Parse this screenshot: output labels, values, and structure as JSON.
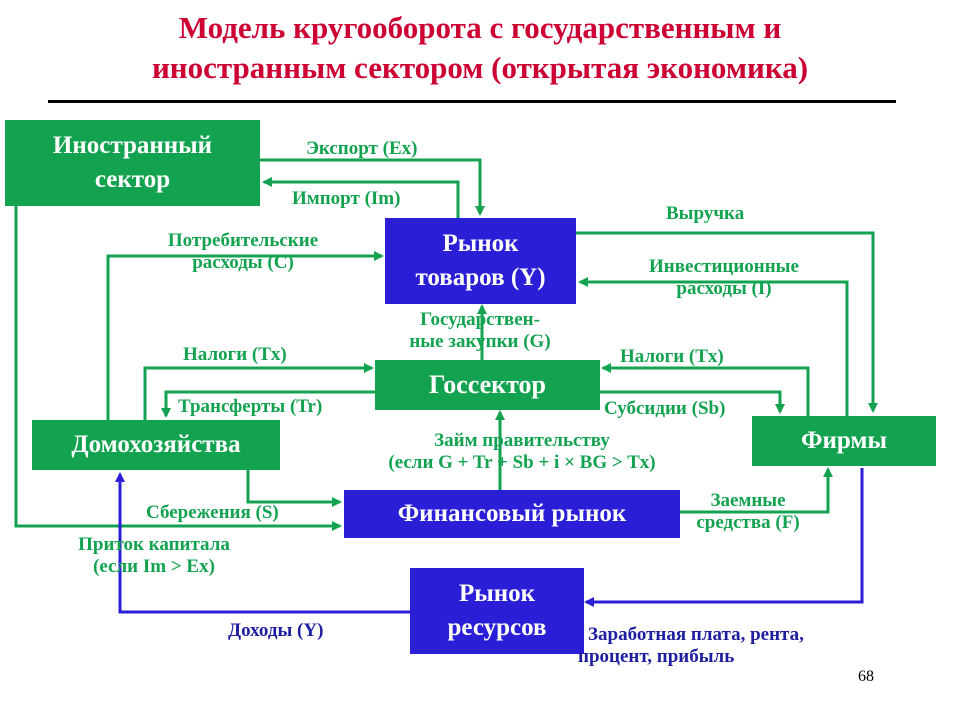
{
  "title": {
    "line1": "Модель кругооборота с государственным и",
    "line2": "иностранным сектором (открытая экономика)"
  },
  "boxes": {
    "foreign_line1": "Иностранный",
    "foreign_line2": "сектор",
    "goods_line1": "Рынок",
    "goods_line2": "товаров (Y)",
    "gov": "Госсектор",
    "households": "Домохозяйства",
    "firms": "Фирмы",
    "financial": "Финансовый рынок",
    "resources_line1": "Рынок",
    "resources_line2": "ресурсов"
  },
  "labels": {
    "export": "Экспорт (Ex)",
    "import": "Импорт (Im)",
    "revenue": "Выручка",
    "consumer_line1": "Потребительские",
    "consumer_line2": "расходы  (C)",
    "investment_line1": "Инвестиционные",
    "investment_line2": "расходы (I)",
    "gov_purchases_line1": "Государствен-",
    "gov_purchases_line2": "ные закупки (G)",
    "taxes_left": "Налоги (Tx)",
    "taxes_right": "Налоги (Tx)",
    "transfers": "Трансферты (Tr)",
    "subsidies": "Субсидии (Sb)",
    "gov_loan_line1": "Займ правительству",
    "gov_loan_line2": "(если G + Tr + Sb + i × BG > Tx)",
    "savings": "Сбережения (S)",
    "borrowed_line1": "Заемные",
    "borrowed_line2": "средства (F)",
    "capital_inflow_line1": "Приток капитала",
    "capital_inflow_line2": "(если Im > Ex)",
    "incomes": "Доходы (Y)",
    "wages_line1": "Заработная плата, рента,",
    "wages_line2": "процент, прибыль"
  },
  "page_number": "68",
  "colors": {
    "title": "#cc0033",
    "green": "#13a350",
    "blue": "#2a1fd6",
    "blue_text": "#1e1ea0"
  }
}
